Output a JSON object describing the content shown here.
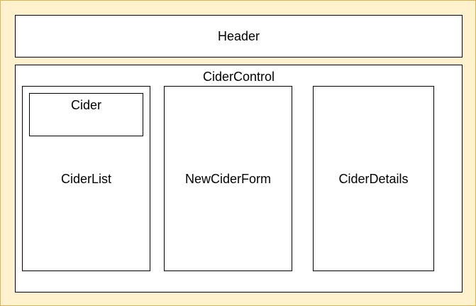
{
  "diagram": {
    "header": "Header",
    "cider_control": "CiderControl",
    "cider_list": "CiderList",
    "cider": "Cider",
    "new_cider_form": "NewCiderForm",
    "cider_details": "CiderDetails"
  },
  "colors": {
    "background": "#fff2cc",
    "background_border": "#d6b656",
    "box_fill": "#ffffff",
    "box_border": "#000000"
  }
}
